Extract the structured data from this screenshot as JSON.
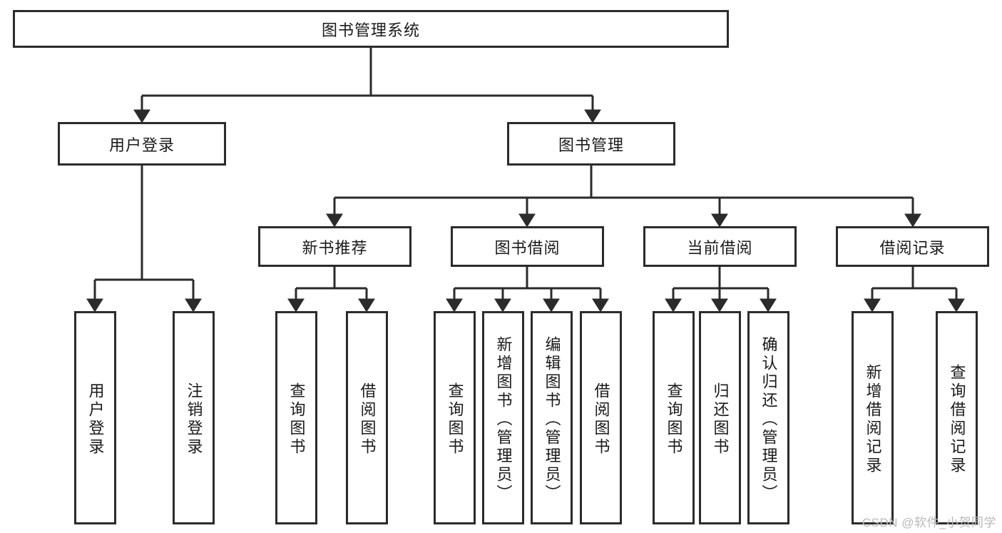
{
  "diagram": {
    "type": "tree-hierarchy-chart",
    "title": "图书管理系统",
    "colors": {
      "box_border": "#2b2b2b",
      "box_fill": "#ffffff",
      "edge": "#2b2b2b",
      "text": "#1a1a1a",
      "watermark": "#b9b9b9",
      "background": "#ffffff"
    },
    "watermark": "CSDN @软件_小贺同学",
    "nodes": {
      "root": {
        "label": "图书管理系统"
      },
      "level2": [
        {
          "label": "用户登录"
        },
        {
          "label": "图书管理"
        }
      ],
      "level3": [
        {
          "label": "新书推荐"
        },
        {
          "label": "图书借阅"
        },
        {
          "label": "当前借阅"
        },
        {
          "label": "借阅记录"
        }
      ],
      "leaves_user_login": [
        {
          "label": "用户登录"
        },
        {
          "label": "注销登录"
        }
      ],
      "leaves_new_book": [
        {
          "label": "查询图书"
        },
        {
          "label": "借阅图书"
        }
      ],
      "leaves_borrow": [
        {
          "label": "查询图书"
        },
        {
          "label": "新增图书（管理员）"
        },
        {
          "label": "编辑图书（管理员）"
        },
        {
          "label": "借阅图书"
        }
      ],
      "leaves_current": [
        {
          "label": "查询图书"
        },
        {
          "label": "归还图书"
        },
        {
          "label": "确认归还（管理员）"
        }
      ],
      "leaves_records": [
        {
          "label": "新增借阅记录"
        },
        {
          "label": "查询借阅记录"
        }
      ]
    }
  }
}
